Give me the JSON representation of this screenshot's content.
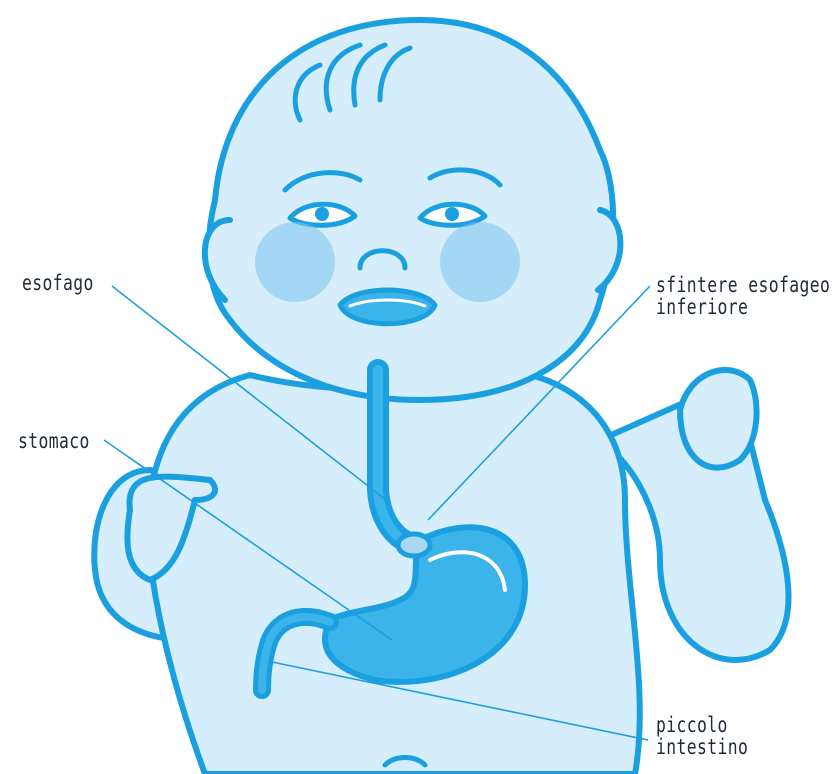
{
  "labels": {
    "esofago": "esofago",
    "stomaco": "stomaco",
    "sfintere_line1": "sfintere esofageo",
    "sfintere_line2": "inferiore",
    "piccolo_line1": "piccolo",
    "piccolo_line2": "intestino"
  },
  "colors": {
    "outline": "#1aa0e0",
    "skin": "#d6edfb",
    "skin_shade": "#a9d8f4",
    "cheek": "#7cc4ef",
    "organ": "#3bb4ea",
    "leader": "#1aa0e0",
    "text": "#1f2a3a"
  }
}
